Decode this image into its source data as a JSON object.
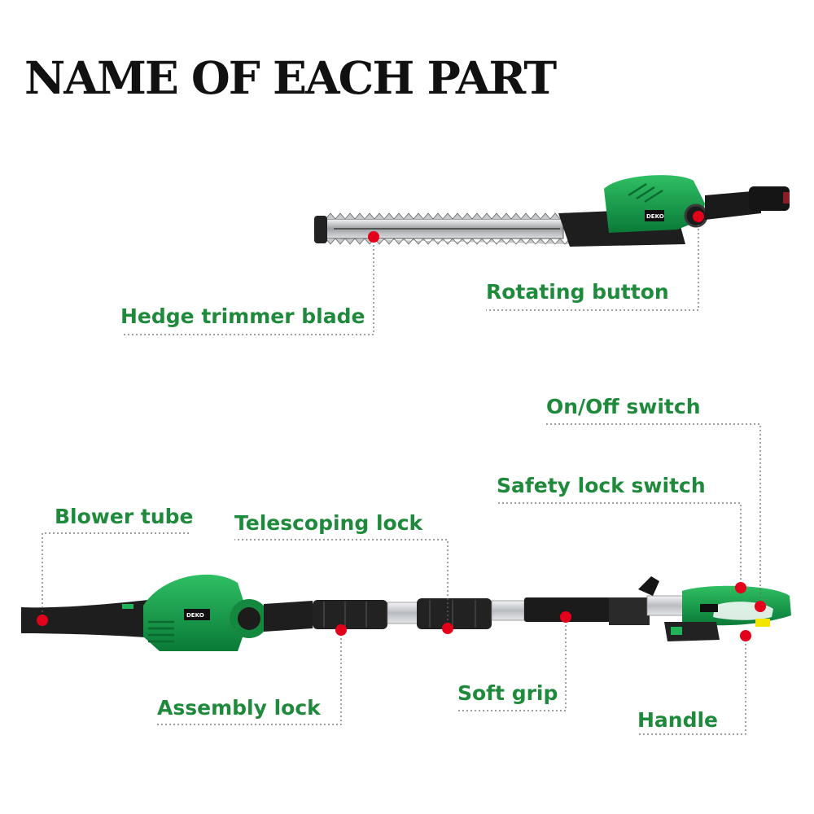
{
  "title": "NAME OF EACH PART",
  "colors": {
    "label": "#1f8a3c",
    "marker": "#e3001b",
    "tool_green": "#0f9c4a",
    "tool_dark": "#1e1e1e",
    "pole": "#c9ccd0"
  },
  "brand": "DEKO",
  "parts": {
    "hedge_trimmer_blade": "Hedge trimmer blade",
    "rotating_button": "Rotating button",
    "on_off_switch": "On/Off switch",
    "safety_lock_switch": "Safety lock switch",
    "blower_tube": "Blower tube",
    "telescoping_lock": "Telescoping lock",
    "assembly_lock": "Assembly lock",
    "soft_grip": "Soft grip",
    "handle": "Handle"
  }
}
